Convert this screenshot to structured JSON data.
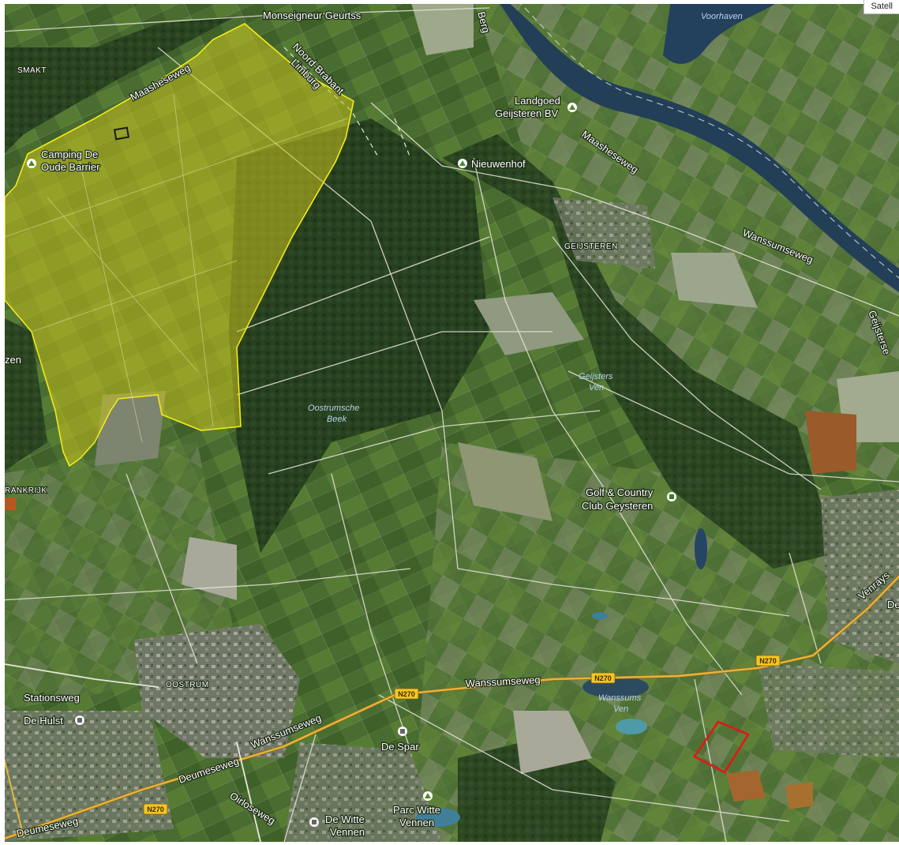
{
  "map_type_button": "Satell",
  "labels": {
    "monseigneur": "Monseigneur Geurtss",
    "berg": "Berg",
    "voorhaven": "Voorhaven",
    "smakt": "SMAKT",
    "maasheseweg_left": "Maasheseweg",
    "noord_brabant": "Noord-Brabant",
    "limburg": "Limburg",
    "camping_1": "Camping De",
    "camping_2": "Oude Barrier",
    "landgoed_1": "Landgoed",
    "landgoed_2": "Geijsteren BV",
    "maasheseweg_right": "Maasheseweg",
    "nieuwenhof": "Nieuwenhof",
    "geijsteren": "GEIJSTEREN",
    "wanssumseweg_ne": "Wanssumseweg",
    "geijsterse": "Geijsterse",
    "zen": "zen",
    "geijsters_ven_1": "Geijsters",
    "geijsters_ven_2": "Ven",
    "oostrumsche_1": "Oostrumsche",
    "oostrumsche_2": "Beek",
    "rankrijk": "RANKRIJK",
    "golf_1": "Golf & Country",
    "golf_2": "Club Geysteren",
    "venrayse": "Venrays",
    "de_right": "De",
    "n270_a": "N270",
    "n270_b": "N270",
    "n270_c": "N270",
    "n270_d": "N270",
    "wanssumseweg_mid": "Wanssumseweg",
    "wanssumseweg_sw": "Wanssumseweg",
    "wanssums_ven_1": "Wanssums",
    "wanssums_ven_2": "Ven",
    "oostrum": "OOSTRUM",
    "stationsweg": "Stationsweg",
    "de_hulst": "De Hulst",
    "de_spar": "De Spar",
    "deumeseweg_1": "Deumeseweg",
    "deumeseweg_2": "Deumeseweg",
    "oirloseweg": "Oirloseweg",
    "parc_1": "Parc Witte",
    "parc_2": "Vennen",
    "witte_1": "De Witte",
    "witte_2": "Vennen"
  },
  "colors": {
    "satellite_base": "#3f5a2a",
    "forest_dark": "#24381c",
    "field_green": "#4e7a30",
    "field_pale": "#8d9a78",
    "river": "#233e57",
    "highlight_fill": "#c8c21d",
    "highlight_stroke": "#f2ea1a",
    "selection_stroke": "#e01818",
    "road_major": "#e8b53a",
    "road_minor": "#e9e6da",
    "shield_bg": "#f3c623"
  },
  "icons": [
    "poi-camping-icon",
    "poi-landgoed-icon",
    "poi-nieuwenhof-icon",
    "poi-golf-icon",
    "poi-de-hulst-icon",
    "poi-de-spar-icon",
    "poi-parc-icon",
    "poi-de-witte-icon"
  ]
}
